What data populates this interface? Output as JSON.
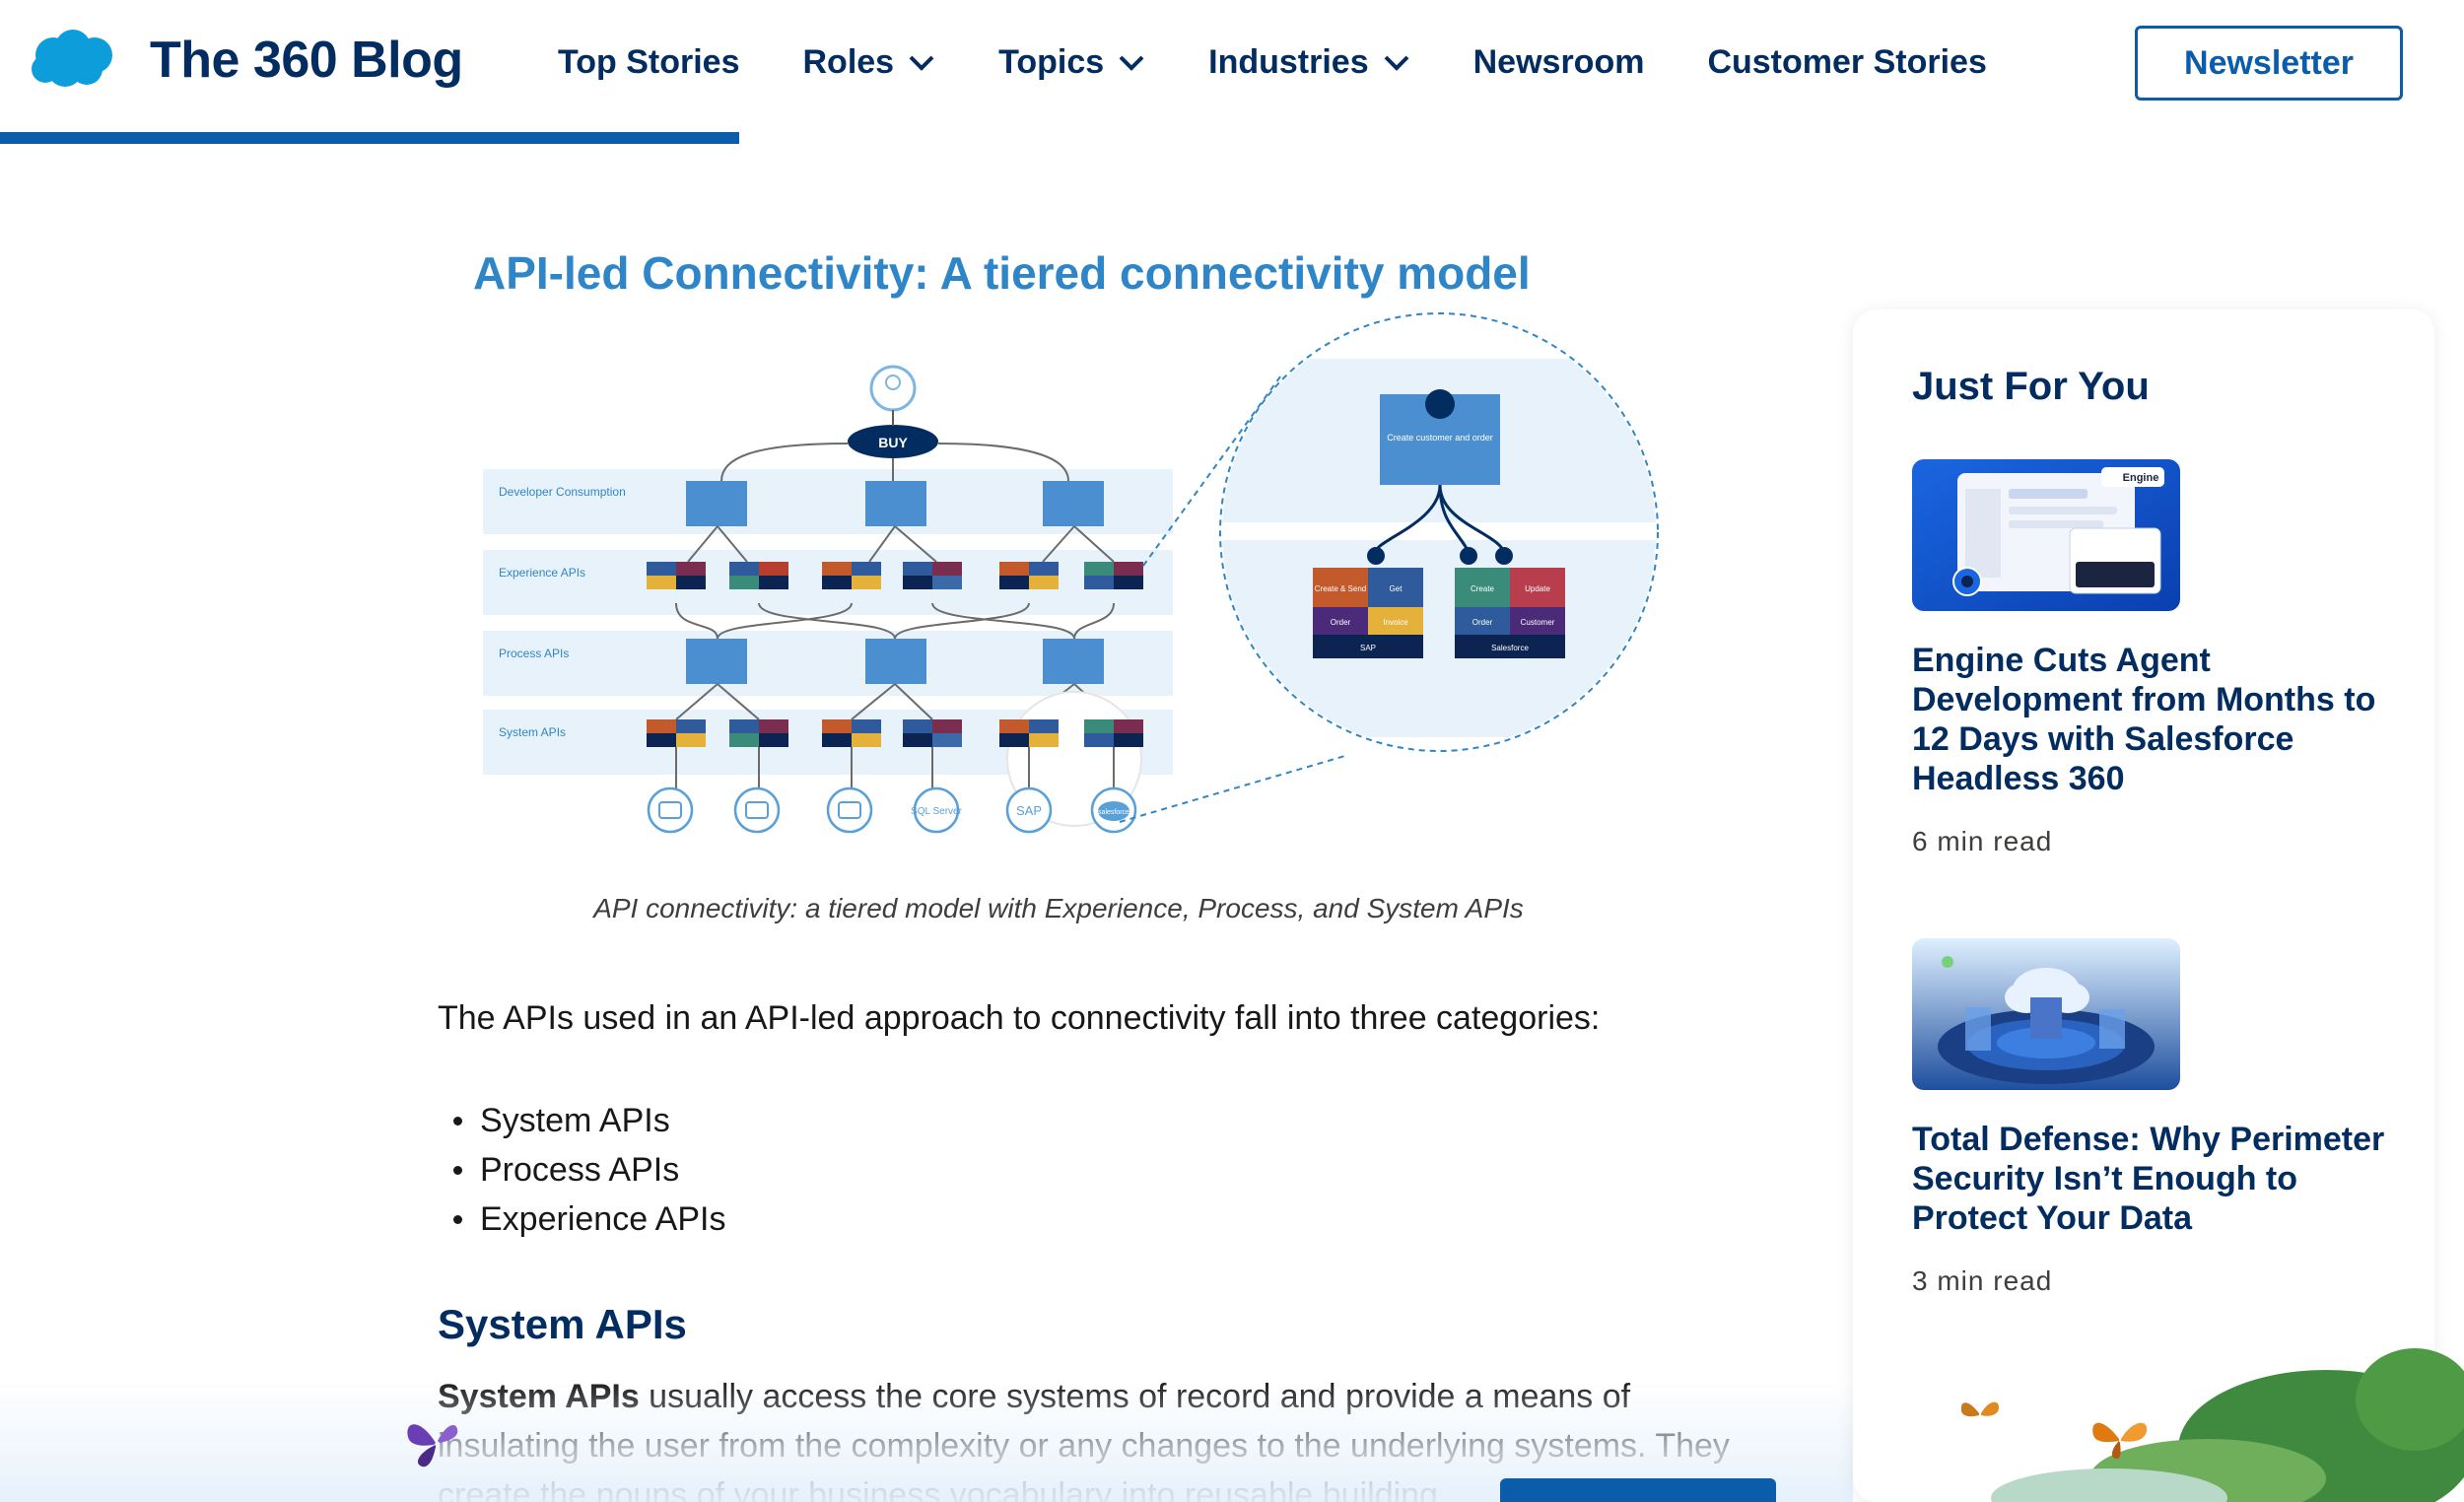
{
  "header": {
    "brand": "The 360 Blog",
    "nav": [
      {
        "label": "Top Stories",
        "dropdown": false
      },
      {
        "label": "Roles",
        "dropdown": true
      },
      {
        "label": "Topics",
        "dropdown": true
      },
      {
        "label": "Industries",
        "dropdown": true
      },
      {
        "label": "Newsroom",
        "dropdown": false
      },
      {
        "label": "Customer Stories",
        "dropdown": false
      }
    ],
    "newsletter_label": "Newsletter"
  },
  "reading_progress": 0.3,
  "figure": {
    "title": "API-led Connectivity: A tiered connectivity model",
    "tiers": [
      "Developer Consumption",
      "Experience APIs",
      "Process APIs",
      "System APIs"
    ],
    "buy_label": "BUY",
    "zoom_top_label": "Create customer and order",
    "zoom_left_cells": [
      "Create & Send",
      "Get",
      "Order",
      "Invoice",
      "SAP"
    ],
    "zoom_right_cells": [
      "Create",
      "Update",
      "Order",
      "Customer",
      "Salesforce"
    ],
    "source_labels": [
      "SQL Server",
      "SAP",
      "salesforce"
    ]
  },
  "article": {
    "caption": "API connectivity: a tiered model with Experience, Process, and System APIs",
    "intro": "The APIs used in an API-led approach to connectivity fall into three categories:",
    "bullets": [
      "System APIs",
      "Process APIs",
      "Experience APIs"
    ],
    "section_heading": "System APIs",
    "para_bold": "System APIs",
    "para_rest": " usually access the core systems of record and provide a means of insulating the user from the complexity or any changes to the underlying systems. They create the nouns of your business vocabulary into reusable building"
  },
  "sidebar": {
    "title": "Just For You",
    "cards": [
      {
        "title": "Engine Cuts Agent Development from Months to 12 Days with Salesforce Headless 360",
        "meta": "6 min read",
        "thumb_badge": "Engine"
      },
      {
        "title": "Total Defense: Why Perimeter Security Isn’t Enough to Protect Your Data",
        "meta": "3 min read"
      }
    ]
  },
  "colors": {
    "brand_navy": "#032d60",
    "brand_blue": "#0b5cab",
    "figure_blue": "#2e86c8",
    "cloud_blue": "#0d9dda"
  }
}
